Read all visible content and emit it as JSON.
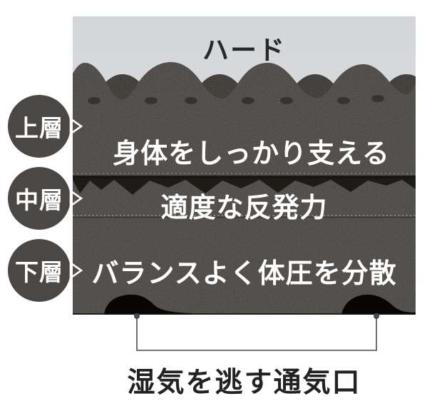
{
  "title": "ハード",
  "layers": [
    {
      "label": "上層",
      "description": "身体をしっかり支える"
    },
    {
      "label": "中層",
      "description": "適度な反発力"
    },
    {
      "label": "下層",
      "description": "バランスよく体圧を分散"
    }
  ],
  "caption": "湿気を逃す通気口",
  "icons": {
    "layer_pointer": "triangle-right-outline-icon"
  },
  "colors": {
    "photo_background": "#d5d8db",
    "foam": "#3b3835",
    "foam_back_row": "#2b2723",
    "ventilation_hole": "#070605",
    "badge_background": "#4a4745",
    "badge_text": "#ffffff",
    "overlay_text": "#ffffff",
    "title_text": "#2a2826",
    "caption_text": "#242220",
    "bracket": "#4a4a4a"
  }
}
